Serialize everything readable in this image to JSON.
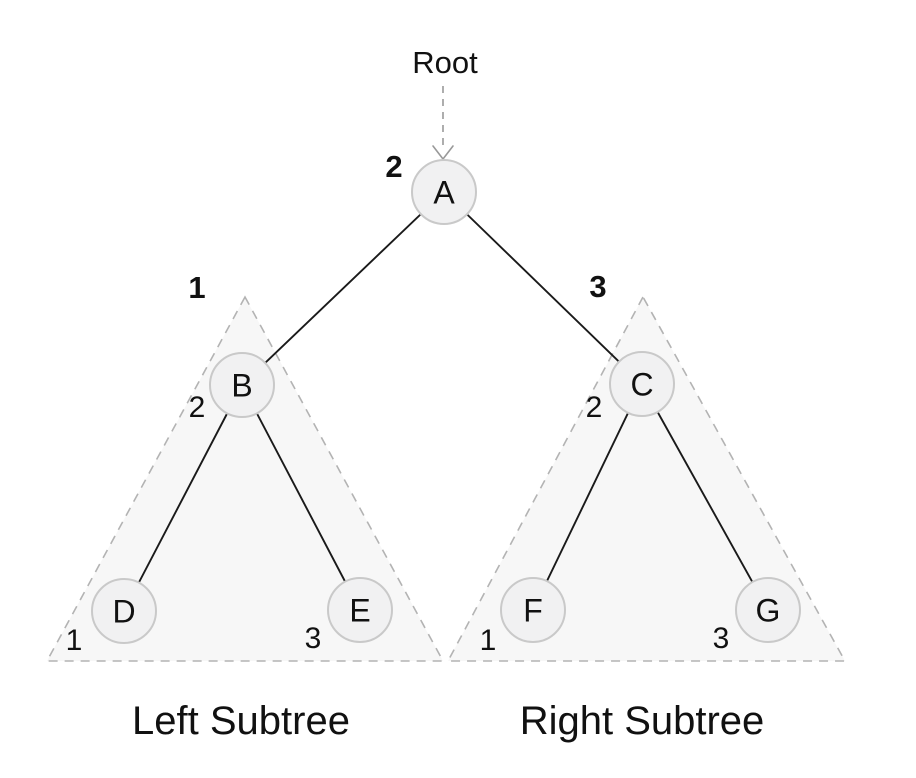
{
  "diagram": {
    "type": "binary-tree",
    "root_pointer": {
      "label": "Root"
    },
    "nodes": [
      {
        "id": "A",
        "label": "A",
        "order": "2"
      },
      {
        "id": "B",
        "label": "B",
        "order": "2"
      },
      {
        "id": "C",
        "label": "C",
        "order": "2"
      },
      {
        "id": "D",
        "label": "D",
        "order": "1"
      },
      {
        "id": "E",
        "label": "E",
        "order": "3"
      },
      {
        "id": "F",
        "label": "F",
        "order": "1"
      },
      {
        "id": "G",
        "label": "G",
        "order": "3"
      }
    ],
    "edges": [
      {
        "from": "A",
        "to": "B"
      },
      {
        "from": "A",
        "to": "C"
      },
      {
        "from": "B",
        "to": "D"
      },
      {
        "from": "B",
        "to": "E"
      },
      {
        "from": "C",
        "to": "F"
      },
      {
        "from": "C",
        "to": "G"
      }
    ],
    "subtrees": [
      {
        "name": "Left Subtree",
        "order": "1",
        "nodes": [
          "B",
          "D",
          "E"
        ]
      },
      {
        "name": "Right Subtree",
        "order": "3",
        "nodes": [
          "C",
          "F",
          "G"
        ]
      }
    ]
  },
  "colors": {
    "background": "#ffffff",
    "text": "#111111",
    "edge": "#1a1a1a",
    "node_fill": "#f1f1f2",
    "node_stroke": "#c9c9c9",
    "region_fill": "#f7f7f7",
    "region_stroke": "#b3b3b3",
    "arrow": "#999999"
  }
}
